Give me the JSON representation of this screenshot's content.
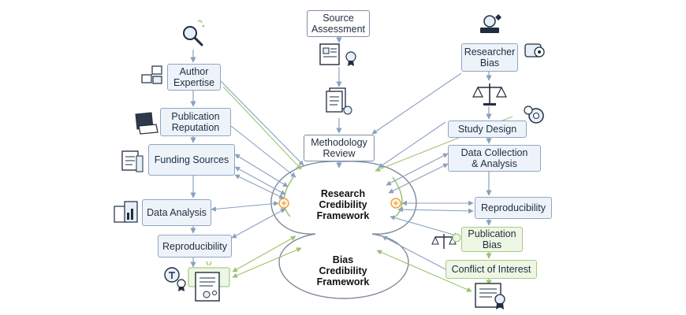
{
  "nodes": {
    "author_expertise": "Author\nExpertise",
    "publication_reputation": "Publication\nReputation",
    "funding_sources": "Funding Sources",
    "data_analysis": "Data Analysis",
    "reproducibility_left": "Reproducibility",
    "source_assessment": "Source\nAssessment",
    "methodology_review": "Methodology\nReview",
    "researcher_bias": "Researcher\nBias",
    "study_design": "Study Design",
    "data_collection": "Data Collection\n& Analysis",
    "reproducibility_right": "Reproducibility",
    "publication_bias": "Publication\nBias",
    "conflict_of_interest": "Conflict of Interest"
  },
  "center": {
    "top_label": "Research\nCredibility\nFramework",
    "bottom_label": "Bias\nCredibility\nFramework"
  },
  "icons": {
    "magnifier": "magnifier-icon",
    "scales": "scales-icon",
    "certificate": "certificate-icon",
    "document": "document-icon",
    "gear": "gear-icon"
  },
  "colors": {
    "box_fill": "#eef3fa",
    "box_border": "#8fa6c4",
    "green_fill": "#eef6e4",
    "green_border": "#a9c98a",
    "blue_arrow": "#8aa0be",
    "green_arrow": "#9cc26f",
    "orange_node": "#e8a23a"
  }
}
